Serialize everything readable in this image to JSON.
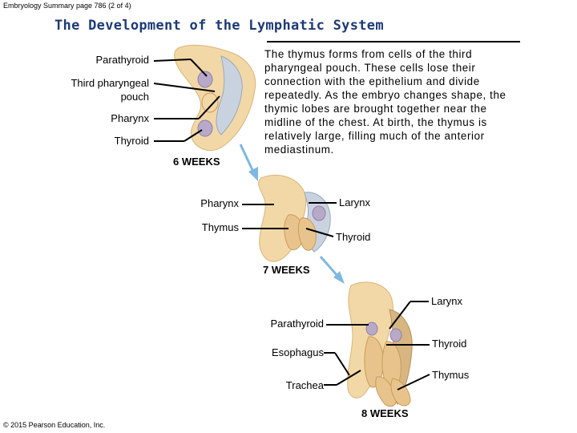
{
  "header": "Embryology Summary page 786 (2 of 4)",
  "title": "The Development of the Lymphatic System",
  "description": "The thymus forms from cells of the third pharyngeal pouch. These cells lose their connection with the epithelium and divide repeatedly. As the embryo changes shape, the thymic lobes are brought together near the midline of the chest. At birth, the thymus is relatively large, filling much of the anterior mediastinum.",
  "stage1": {
    "name": "6 WEEKS",
    "labels": {
      "parathyroid": "Parathyroid",
      "third_pouch_line1": "Third pharyngeal",
      "third_pouch_line2": "pouch",
      "pharynx": "Pharynx",
      "thyroid": "Thyroid"
    }
  },
  "stage2": {
    "name": "7 WEEKS",
    "labels": {
      "pharynx": "Pharynx",
      "thymus": "Thymus",
      "larynx": "Larynx",
      "thyroid": "Thyroid"
    }
  },
  "stage3": {
    "name": "8 WEEKS",
    "labels": {
      "larynx": "Larynx",
      "parathyroid": "Parathyroid",
      "thyroid": "Thyroid",
      "esophagus": "Esophagus",
      "thymus": "Thymus",
      "trachea": "Trachea"
    }
  },
  "copyright": "© 2015 Pearson Education, Inc.",
  "colors": {
    "title": "#1e3a78",
    "tissue": "#f2d8a6",
    "tissue_shadow": "#d9b47a",
    "pharynx": "#c9d3e0",
    "gland": "#b9a9c9",
    "thymus": "#e8c48c",
    "arrow": "#7fb8e0"
  }
}
